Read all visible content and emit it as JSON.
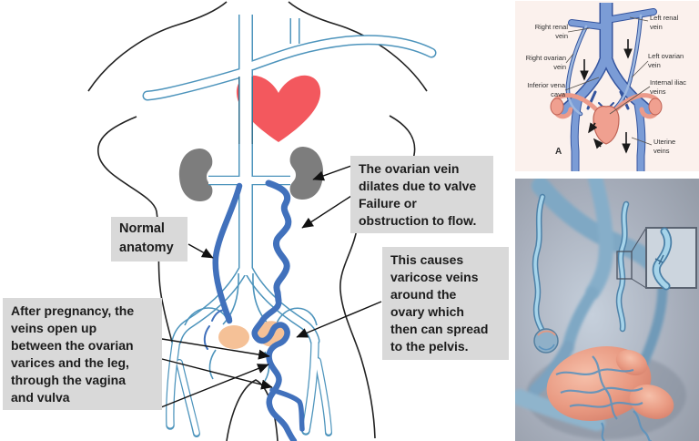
{
  "figure": {
    "annotations": {
      "normal_anatomy": "Normal\nanatomy",
      "dilated_vein": "The ovarian vein\ndilates due to valve\nFailure or\nobstruction to flow.",
      "varicose_spread": "This causes\nvaricose veins\naround the\novary which\nthen can spread\nto the pelvis.",
      "after_pregnancy": "After pregnancy, the\nveins open up\nbetween the ovarian\nvarices and the leg,\nthrough the vagina\nand vulva"
    }
  },
  "panel_a": {
    "labels": {
      "right_renal_vein": "Right renal\nvein",
      "left_renal_vein": "Left renal\nvein",
      "right_ovarian_vein": "Right ovarian\nvein",
      "left_ovarian_vein": "Left ovarian\nvein",
      "inferior_vena_cava": "Inferior vena\ncava",
      "internal_iliac_veins": "Internal iliac\nveins",
      "uterine_veins": "Uterine\nveins",
      "panel_letter": "A"
    }
  },
  "colors": {
    "annotation_box_bg": "#d9d9d9",
    "heart_red": "#f3585e",
    "kidney_gray": "#7d7d7d",
    "ovary_peach": "#f5c197",
    "vein_dark_blue": "#4171bc",
    "vein_outline_teal": "#4d94bc",
    "panel_a_bg": "#fbf1ed",
    "panel_b_bg": "#9aa2ae"
  }
}
